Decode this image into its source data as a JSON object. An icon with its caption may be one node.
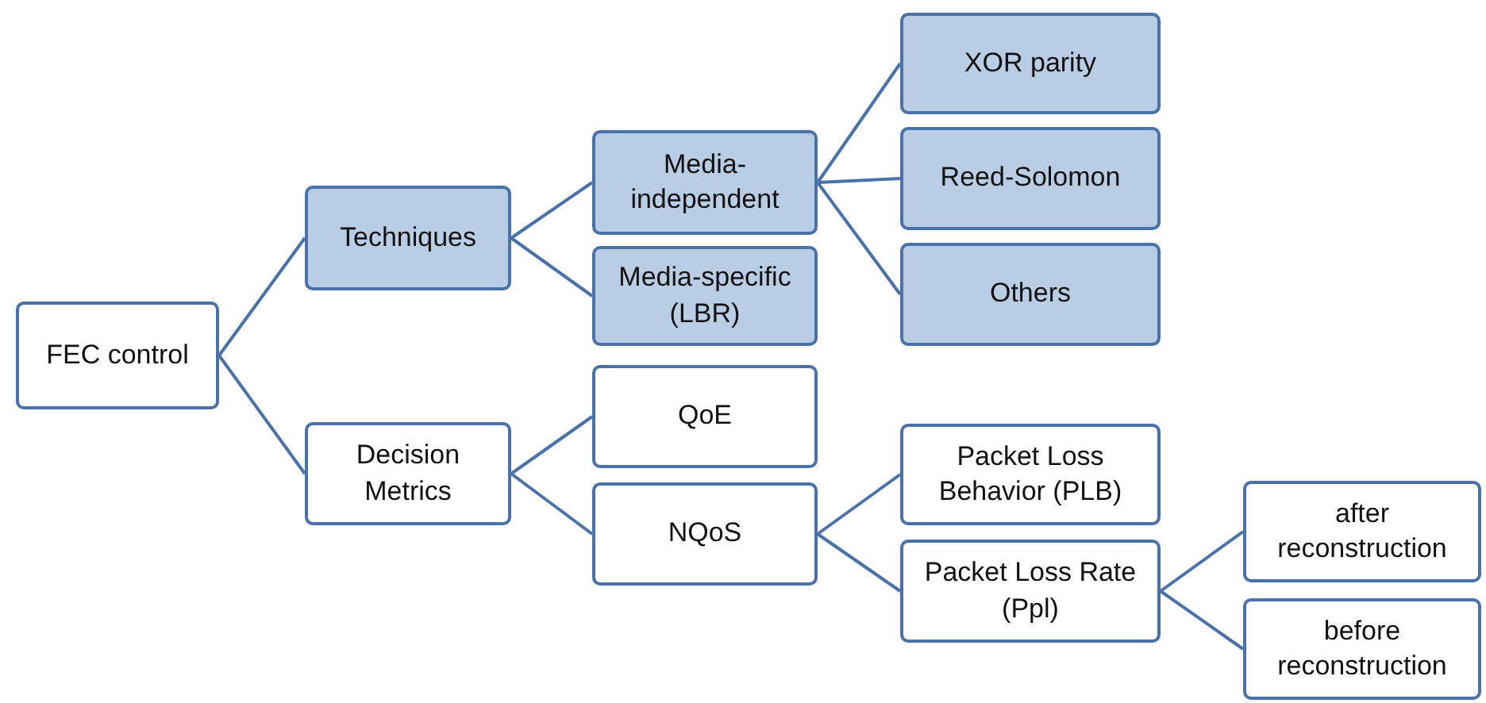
{
  "diagram": {
    "nodes": [
      {
        "text": [
          "FEC control"
        ]
      },
      {
        "text": [
          "Techniques"
        ]
      },
      {
        "text": [
          "Decision Metrics"
        ]
      },
      {
        "text": [
          "Media-independent"
        ]
      },
      {
        "text": [
          "Media-specific (LBR)"
        ]
      },
      {
        "text": [
          "XOR parity"
        ]
      },
      {
        "text": [
          "Reed-Solomon"
        ]
      },
      {
        "text": [
          "Others"
        ]
      },
      {
        "text": [
          "QoE"
        ]
      },
      {
        "text": [
          "NQoS"
        ]
      },
      {
        "text": [
          "Packet Loss Behavior (PLB)"
        ]
      },
      {
        "text": [
          "Packet Loss Rate (Ppl)"
        ]
      },
      {
        "text": [
          "after reconstruction"
        ]
      },
      {
        "text": [
          "before reconstruction"
        ]
      }
    ],
    "edges": [
      {
        "from": 0,
        "to": 1,
        "arrow": "none"
      },
      {
        "from": 0,
        "to": 2,
        "arrow": "none"
      },
      {
        "from": 1,
        "to": 3,
        "arrow": "none"
      },
      {
        "from": 1,
        "to": 4,
        "arrow": "none"
      },
      {
        "from": 3,
        "to": 5,
        "arrow": "none"
      },
      {
        "from": 3,
        "to": 6,
        "arrow": "none"
      },
      {
        "from": 3,
        "to": 7,
        "arrow": "none"
      },
      {
        "from": 2,
        "to": 8,
        "arrow": "none"
      },
      {
        "from": 2,
        "to": 9,
        "arrow": "none"
      },
      {
        "from": 9,
        "to": 10,
        "arrow": "none"
      },
      {
        "from": 9,
        "to": 11,
        "arrow": "none"
      },
      {
        "from": 11,
        "to": 12,
        "arrow": "none"
      },
      {
        "from": 11,
        "to": 13,
        "arrow": "none"
      }
    ]
  }
}
